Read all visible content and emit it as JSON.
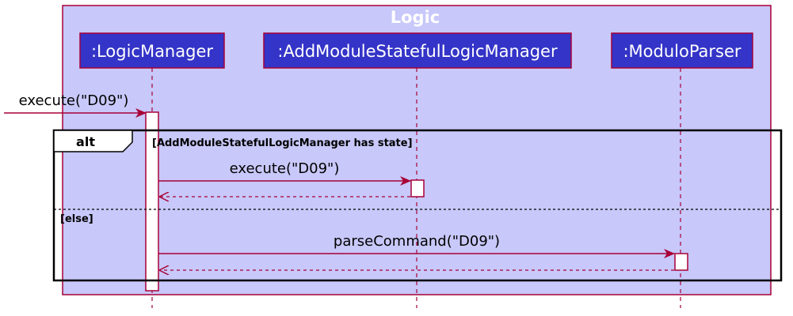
{
  "frame": {
    "title": "Logic",
    "fill": "#c8c8fa",
    "stroke": "#a80036"
  },
  "participants": [
    {
      "id": "logic-manager",
      "label": ":LogicManager"
    },
    {
      "id": "add-module-manager",
      "label": ":AddModuleStatefulLogicManager"
    },
    {
      "id": "modulo-parser",
      "label": ":ModuloParser"
    }
  ],
  "participant_style": {
    "fill": "#3434c8",
    "stroke": "#a80036",
    "text_color": "#ffffff"
  },
  "messages": {
    "found": "execute(\"D09\")",
    "alt_execute": "execute(\"D09\")",
    "else_parse": "parseCommand(\"D09\")"
  },
  "alt": {
    "keyword": "alt",
    "guard": "[AddModuleStatefulLogicManager has state]",
    "else_guard": "[else]"
  },
  "colors": {
    "arrow": "#a80036",
    "alt_border": "#000000",
    "activation_fill": "#ffffff"
  }
}
